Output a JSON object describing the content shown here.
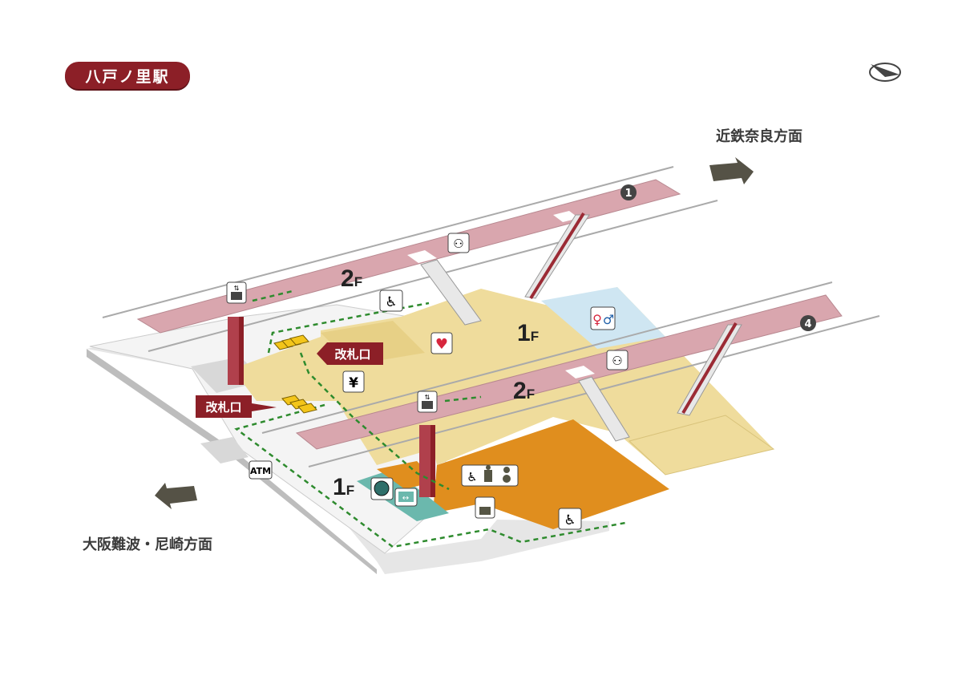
{
  "station_name": "八戸ノ里駅",
  "directions": {
    "east": "近鉄奈良方面",
    "west": "大阪難波・尼崎方面"
  },
  "floors": {
    "upper_2f": {
      "num": "2",
      "suffix": "F"
    },
    "upper_1f": {
      "num": "1",
      "suffix": "F"
    },
    "lower_2f": {
      "num": "2",
      "suffix": "F"
    },
    "lower_1f": {
      "num": "1",
      "suffix": "F"
    }
  },
  "platforms": {
    "p1": "1",
    "p4": "4"
  },
  "ticket_gates": {
    "north": "改札口",
    "west": "改札口"
  },
  "facilities": {
    "atm": "ATM",
    "yen": "¥"
  },
  "colors": {
    "brand": "#8c1f27",
    "platform": "#d9a6ae",
    "concourse": "#efdc9c",
    "shops": "#e08e1e",
    "toilet": "#cfe6f2",
    "route": "#2e8b2e",
    "teal": "#6bb8ad"
  }
}
